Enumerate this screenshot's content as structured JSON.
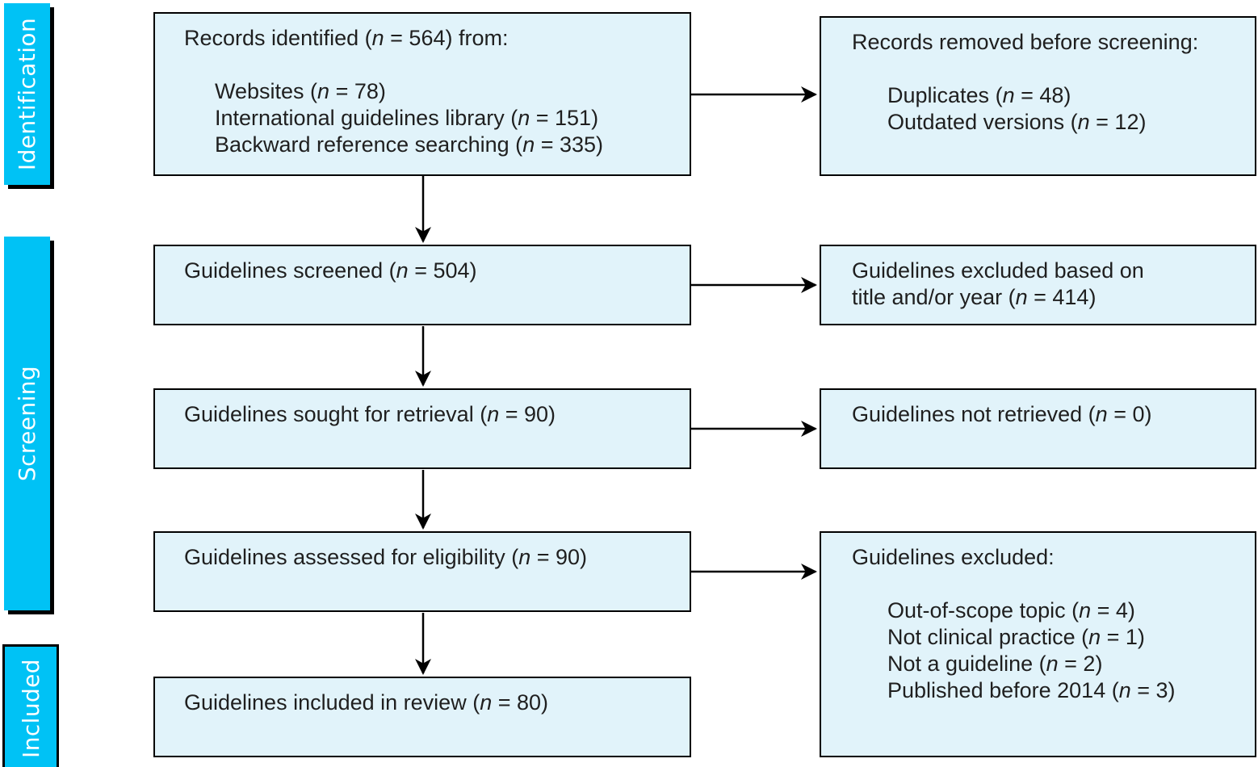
{
  "palette": {
    "box_fill": "#E1F3FA",
    "box_border": "#000000",
    "stage_fill": "#00C2F5",
    "stage_text": "#FFFFFF",
    "arrow": "#000000"
  },
  "stages": [
    {
      "label": "Identification"
    },
    {
      "label": "Screening"
    },
    {
      "label": "Included"
    }
  ],
  "boxes": {
    "identified": {
      "title": "Records identified (n = 564) from:",
      "items": [
        "Websites (n = 78)",
        "International guidelines library (n = 151)",
        "Backward reference searching (n = 335)"
      ]
    },
    "removed": {
      "title": "Records removed before screening:",
      "items": [
        "Duplicates (n = 48)",
        "Outdated versions (n = 12)"
      ]
    },
    "screened": {
      "text": "Guidelines screened (n = 504)"
    },
    "excluded_title_year": {
      "text": "Guidelines excluded based on title and/or year (n = 414)"
    },
    "sought": {
      "text": "Guidelines sought for retrieval (n = 90)"
    },
    "not_retrieved": {
      "text": "Guidelines not retrieved (n = 0)"
    },
    "assessed": {
      "text": "Guidelines assessed for eligibility (n = 90)"
    },
    "excluded": {
      "title": "Guidelines excluded:",
      "items": [
        "Out-of-scope topic (n = 4)",
        "Not clinical practice (n = 1)",
        "Not a guideline (n = 2)",
        "Published before 2014 (n = 3)"
      ]
    },
    "included": {
      "text": "Guidelines included in review (n = 80)"
    }
  }
}
